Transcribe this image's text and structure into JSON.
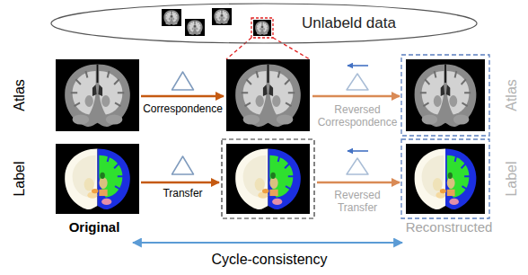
{
  "diagram": {
    "nodes": [
      {
        "text": [
          "Unlabeld data"
        ]
      }
    ],
    "labels": [
      "Atlas",
      "Correspondence",
      "Reversed Correspondence",
      "Atlas",
      "Label",
      "Transfer",
      "Reversed Transfer",
      "Label",
      "Original",
      "Reconstructed",
      "Cycle-consistency"
    ]
  }
}
